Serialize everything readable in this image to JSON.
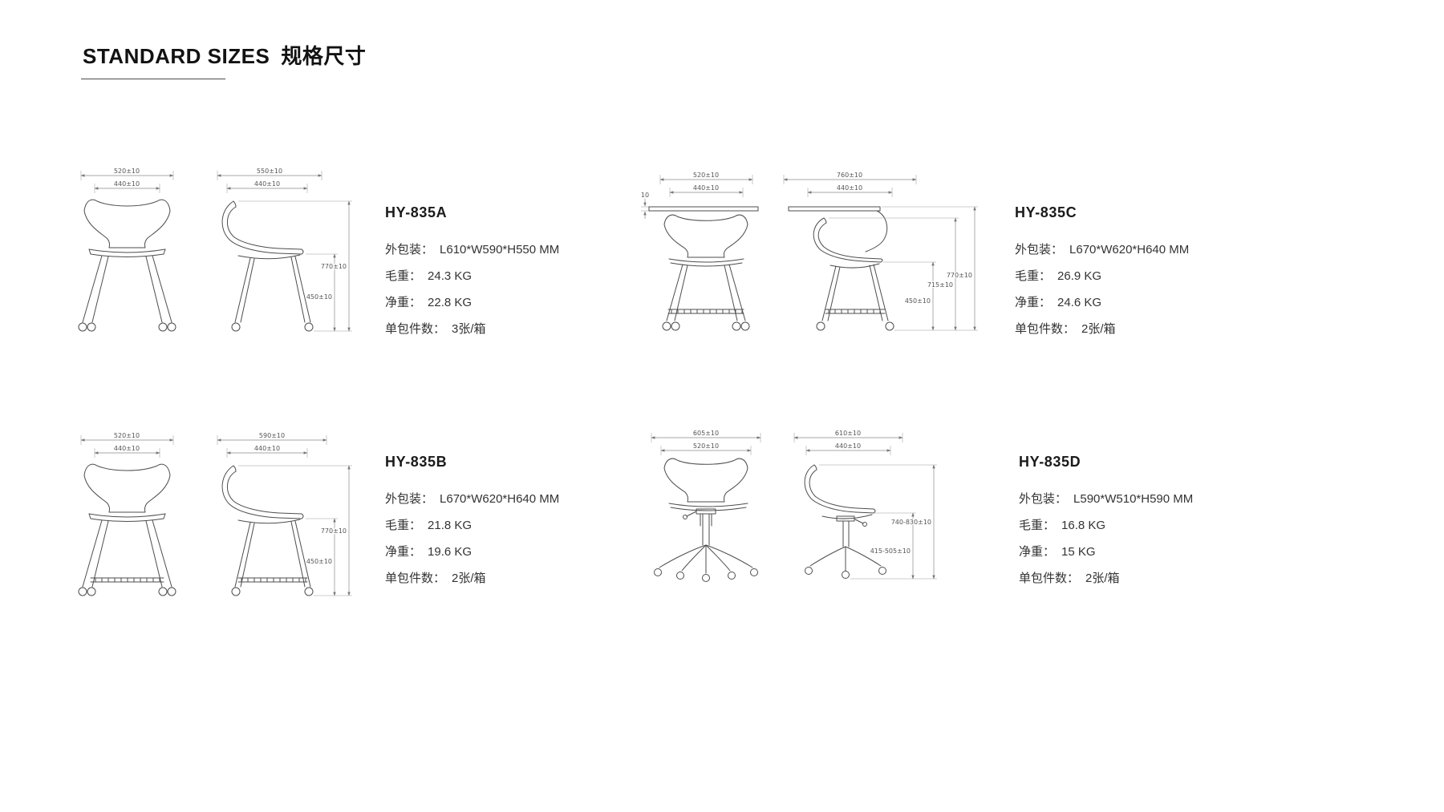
{
  "page": {
    "title_en": "STANDARD SIZES",
    "title_zh": "规格尺寸"
  },
  "products": [
    {
      "model": "HY-835A",
      "dims": {
        "front_outer": "520±10",
        "front_inner": "440±10",
        "side_outer": "550±10",
        "side_inner": "440±10",
        "height": "770±10",
        "seat_height": "450±10"
      },
      "specs": {
        "package_label": "外包装：",
        "package_value": "L610*W590*H550 MM",
        "gross_label": "毛重：",
        "gross_value": "24.3 KG",
        "net_label": "净重：",
        "net_value": "22.8 KG",
        "qty_label": "单包件数：",
        "qty_value": "3张/箱"
      }
    },
    {
      "model": "HY-835B",
      "dims": {
        "front_outer": "520±10",
        "front_inner": "440±10",
        "side_outer": "590±10",
        "side_inner": "440±10",
        "height": "770±10",
        "seat_height": "450±10"
      },
      "specs": {
        "package_label": "外包装：",
        "package_value": "L670*W620*H640 MM",
        "gross_label": "毛重：",
        "gross_value": "21.8 KG",
        "net_label": "净重：",
        "net_value": "19.6 KG",
        "qty_label": "单包件数：",
        "qty_value": "2张/箱"
      }
    },
    {
      "model": "HY-835C",
      "dims": {
        "front_outer": "520±10",
        "front_inner": "440±10",
        "tablet_thickness": "10",
        "side_outer": "760±10",
        "side_inner": "440±10",
        "height_outer": "770±10",
        "height_inner": "715±10",
        "seat_height": "450±10"
      },
      "specs": {
        "package_label": "外包装：",
        "package_value": "L670*W620*H640 MM",
        "gross_label": "毛重：",
        "gross_value": "26.9 KG",
        "net_label": "净重：",
        "net_value": "24.6 KG",
        "qty_label": "单包件数：",
        "qty_value": "2张/箱"
      }
    },
    {
      "model": "HY-835D",
      "dims": {
        "front_outer": "605±10",
        "front_inner": "520±10",
        "side_outer": "610±10",
        "side_inner": "440±10",
        "height": "740-830±10",
        "seat_height": "415-505±10"
      },
      "specs": {
        "package_label": "外包装：",
        "package_value": "L590*W510*H590 MM",
        "gross_label": "毛重：",
        "gross_value": "16.8 KG",
        "net_label": "净重：",
        "net_value": "15 KG",
        "qty_label": "单包件数：",
        "qty_value": "2张/箱"
      }
    }
  ]
}
